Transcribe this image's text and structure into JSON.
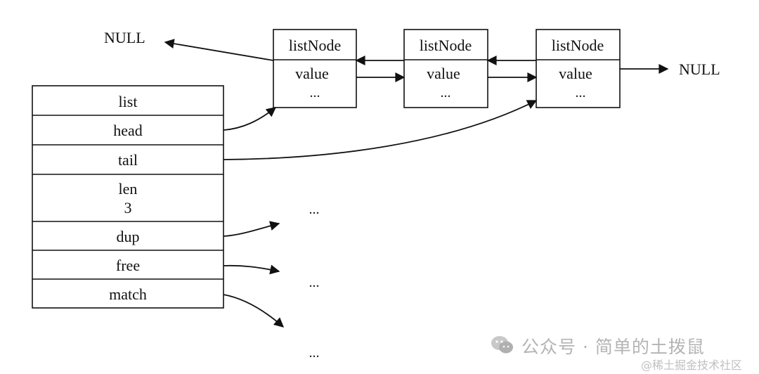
{
  "struct": {
    "fields": [
      "list",
      "head",
      "tail",
      "len\n3",
      "dup",
      "free",
      "match"
    ]
  },
  "nodes": [
    {
      "title": "listNode",
      "value": "value",
      "more": "..."
    },
    {
      "title": "listNode",
      "value": "value",
      "more": "..."
    },
    {
      "title": "listNode",
      "value": "value",
      "more": "..."
    }
  ],
  "null_labels": {
    "left": "NULL",
    "right": "NULL"
  },
  "ellipses": [
    "...",
    "...",
    "..."
  ],
  "watermark": {
    "main": "公众号 · 简单的土拨鼠",
    "sub": "@稀土掘金技术社区"
  }
}
